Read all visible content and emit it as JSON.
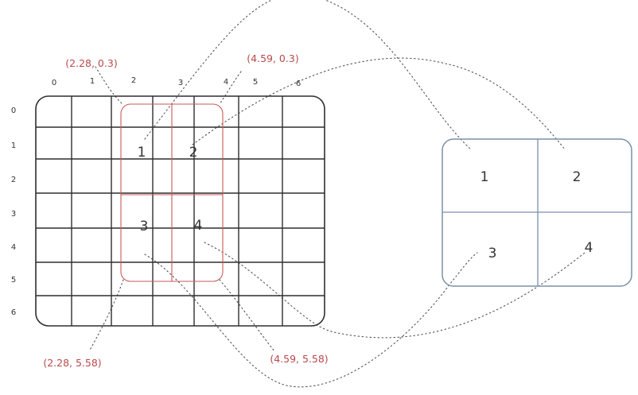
{
  "colors": {
    "grid": "#2f2f2f",
    "region": "#c85a5a",
    "result_panel": "#7a90a8",
    "connector": "#555555",
    "coordinate_text": "#b84a4a"
  },
  "grid": {
    "x_ticks": [
      "0",
      "1",
      "2",
      "3",
      "4",
      "5",
      "6"
    ],
    "y_ticks": [
      "0",
      "1",
      "2",
      "3",
      "4",
      "5",
      "6"
    ]
  },
  "source_cells": [
    {
      "label": "1"
    },
    {
      "label": "2"
    },
    {
      "label": "3"
    },
    {
      "label": "4"
    }
  ],
  "coordinates": {
    "top_left": "(2.28, 0.3)",
    "top_right": "(4.59, 0.3)",
    "bottom_left": "(2.28, 5.58)",
    "bottom_right": "(4.59, 5.58)"
  },
  "result_cells": [
    {
      "label": "1"
    },
    {
      "label": "2"
    },
    {
      "label": "3"
    },
    {
      "label": "4"
    }
  ]
}
